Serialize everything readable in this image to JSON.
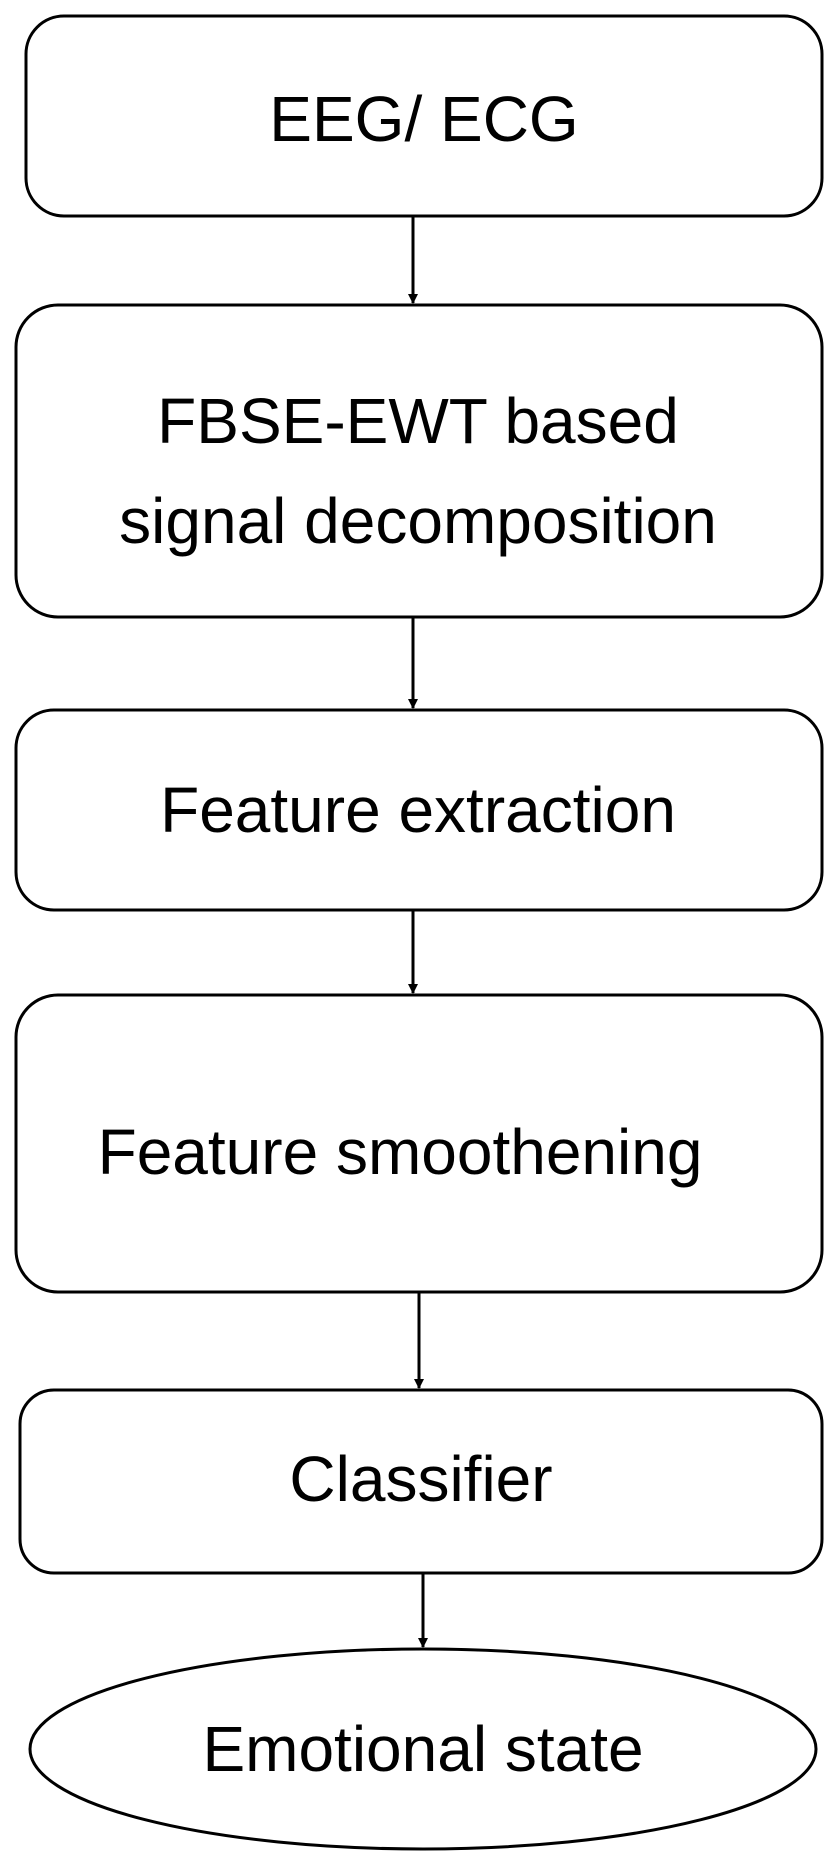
{
  "diagram": {
    "colors": {
      "stroke": "#000000",
      "fill": "#ffffff",
      "text": "#000000"
    },
    "nodes": [
      {
        "id": "eeg-ecg",
        "shape": "rounded-rectangle",
        "lines": [
          "EEG/ ECG"
        ]
      },
      {
        "id": "fbse-ewt-decomposition",
        "shape": "rounded-rectangle",
        "lines": [
          "FBSE-EWT based",
          "signal decomposition"
        ]
      },
      {
        "id": "feature-extraction",
        "shape": "rounded-rectangle",
        "lines": [
          "Feature extraction"
        ]
      },
      {
        "id": "feature-smoothening",
        "shape": "rounded-rectangle",
        "lines": [
          "Feature smoothening"
        ]
      },
      {
        "id": "classifier",
        "shape": "rounded-rectangle",
        "lines": [
          "Classifier"
        ]
      },
      {
        "id": "emotional-state",
        "shape": "ellipse",
        "lines": [
          "Emotional state"
        ]
      }
    ],
    "edges": [
      {
        "from": "eeg-ecg",
        "to": "fbse-ewt-decomposition"
      },
      {
        "from": "fbse-ewt-decomposition",
        "to": "feature-extraction"
      },
      {
        "from": "feature-extraction",
        "to": "feature-smoothening"
      },
      {
        "from": "feature-smoothening",
        "to": "classifier"
      },
      {
        "from": "classifier",
        "to": "emotional-state"
      }
    ]
  }
}
